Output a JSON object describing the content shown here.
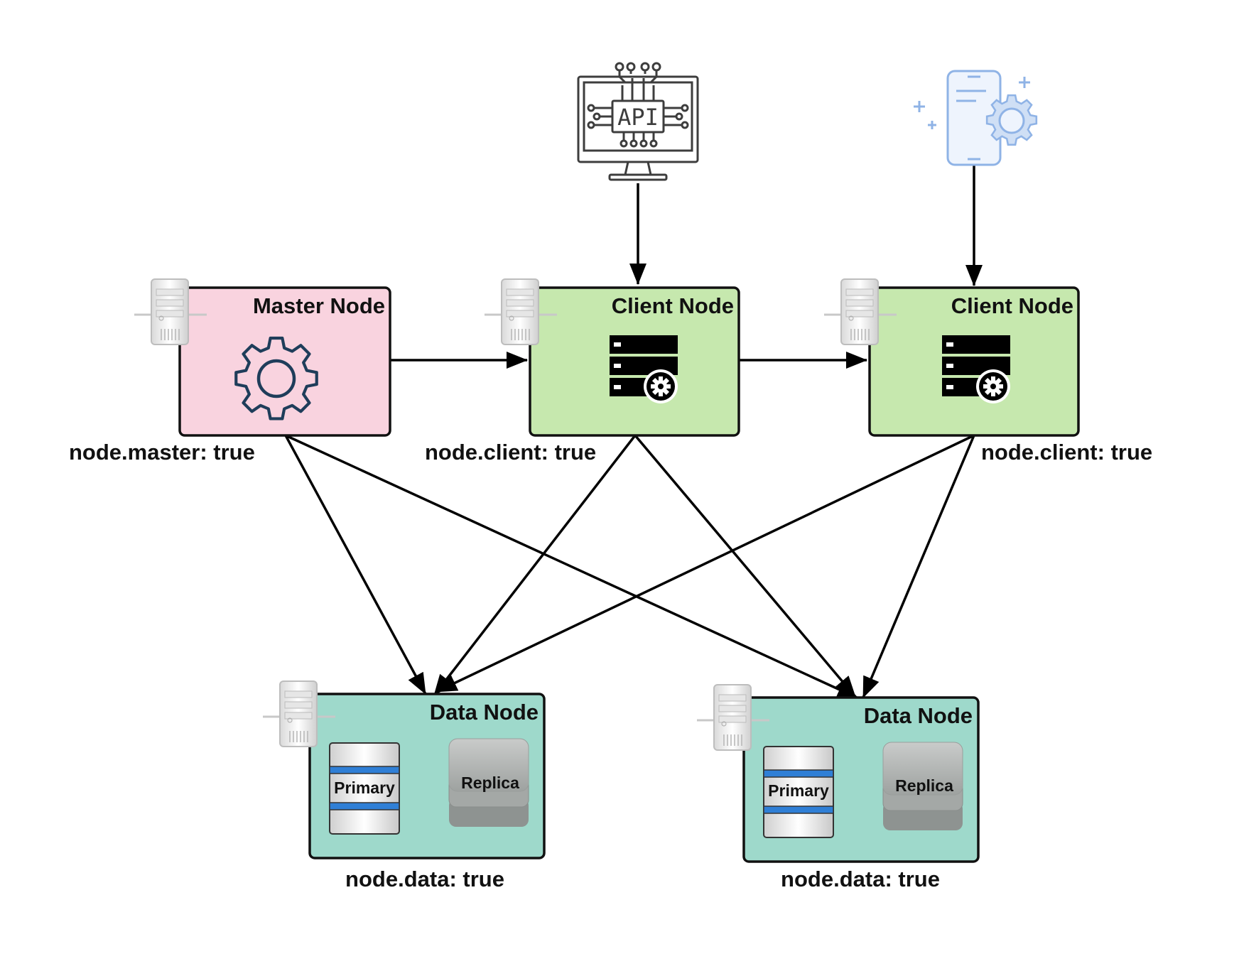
{
  "colors": {
    "master_fill": "#F9D3DF",
    "client_fill": "#C6E8AE",
    "data_fill": "#9ED9CB",
    "border": "#111111",
    "mobile_icon": "#8FB3E6",
    "master_gear": "#1F3D5A"
  },
  "sources": [
    {
      "icon": "api-monitor-icon",
      "name": "API"
    },
    {
      "icon": "mobile-settings-icon"
    }
  ],
  "nodes": {
    "master": {
      "title": "Master Node",
      "label": "node.master: true",
      "icon": "gear-icon"
    },
    "client_1": {
      "title": "Client Node",
      "label": "node.client: true",
      "icon": "server-settings-icon"
    },
    "client_2": {
      "title": "Client Node",
      "label": "node.client: true",
      "icon": "server-settings-icon"
    },
    "data_1": {
      "title": "Data Node",
      "label": "node.data: true",
      "primary": "Primary",
      "replica": "Replica"
    },
    "data_2": {
      "title": "Data Node",
      "label": "node.data: true",
      "primary": "Primary",
      "replica": "Replica"
    }
  },
  "connections": [
    {
      "from": "api",
      "to": "client_1"
    },
    {
      "from": "mobile",
      "to": "client_2"
    },
    {
      "from": "master",
      "to": "client_1"
    },
    {
      "from": "client_1",
      "to": "client_2"
    },
    {
      "from": "master",
      "to": "data_1"
    },
    {
      "from": "master",
      "to": "data_2"
    },
    {
      "from": "client_1",
      "to": "data_1"
    },
    {
      "from": "client_1",
      "to": "data_2"
    },
    {
      "from": "client_2",
      "to": "data_1"
    },
    {
      "from": "client_2",
      "to": "data_2"
    }
  ]
}
